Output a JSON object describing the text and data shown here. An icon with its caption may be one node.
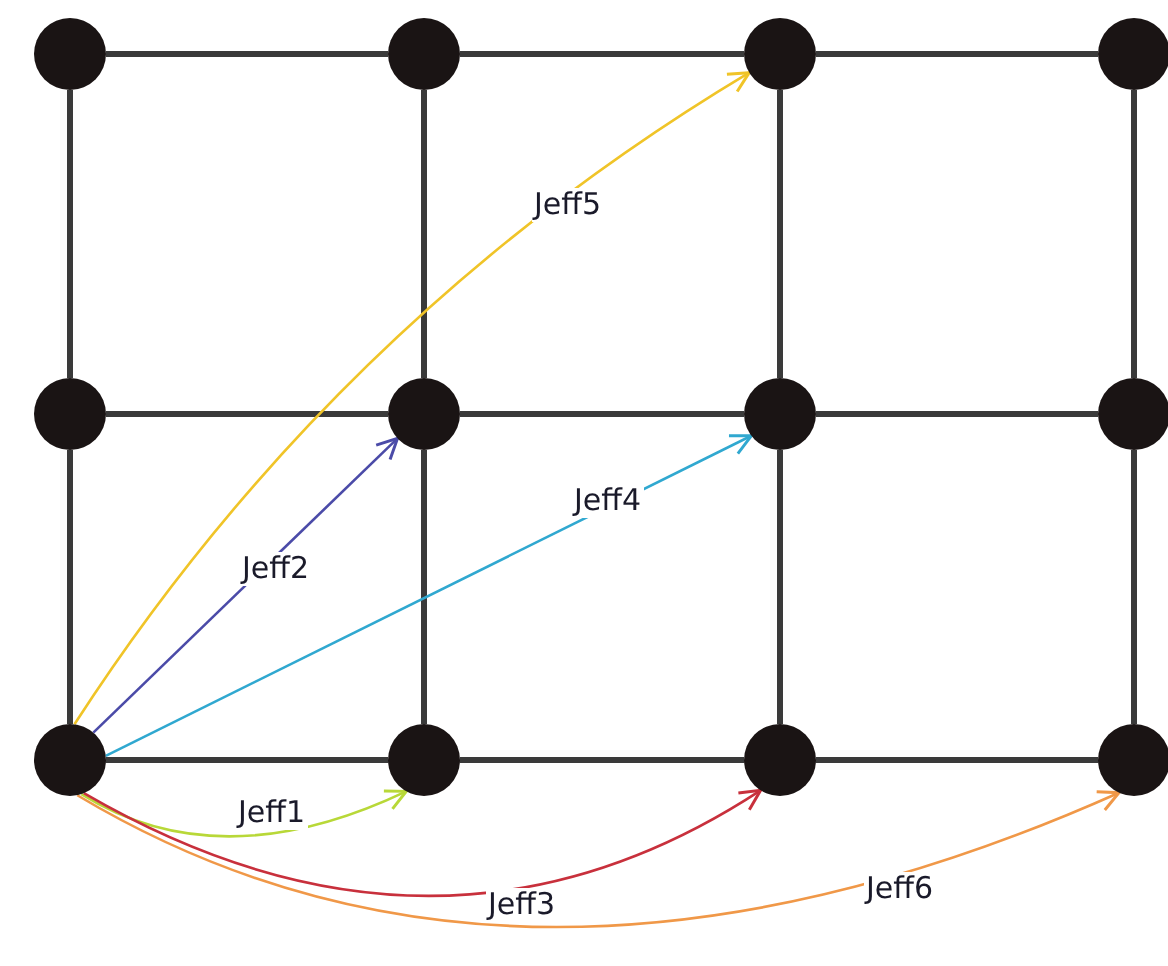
{
  "diagram": {
    "nodes": [
      {
        "text": [],
        "shape": "circle"
      },
      {
        "text": [],
        "shape": "circle"
      },
      {
        "text": [],
        "shape": "circle"
      },
      {
        "text": [],
        "shape": "circle"
      },
      {
        "text": [],
        "shape": "circle"
      },
      {
        "text": [],
        "shape": "circle"
      },
      {
        "text": [],
        "shape": "circle"
      },
      {
        "text": [],
        "shape": "circle"
      },
      {
        "text": [],
        "shape": "circle"
      },
      {
        "text": [],
        "shape": "circle"
      },
      {
        "text": [],
        "shape": "circle"
      },
      {
        "text": [],
        "shape": "circle"
      }
    ],
    "edges": [
      {
        "from": 0,
        "to": 1,
        "arrow": "none"
      },
      {
        "from": 1,
        "to": 2,
        "arrow": "none"
      },
      {
        "from": 2,
        "to": 3,
        "arrow": "none"
      },
      {
        "from": 4,
        "to": 5,
        "arrow": "none"
      },
      {
        "from": 5,
        "to": 6,
        "arrow": "none"
      },
      {
        "from": 6,
        "to": 7,
        "arrow": "none"
      },
      {
        "from": 8,
        "to": 9,
        "arrow": "none"
      },
      {
        "from": 9,
        "to": 10,
        "arrow": "none"
      },
      {
        "from": 10,
        "to": 11,
        "arrow": "none"
      },
      {
        "from": 0,
        "to": 4,
        "arrow": "none"
      },
      {
        "from": 1,
        "to": 5,
        "arrow": "none"
      },
      {
        "from": 2,
        "to": 6,
        "arrow": "none"
      },
      {
        "from": 3,
        "to": 7,
        "arrow": "none"
      },
      {
        "from": 4,
        "to": 8,
        "arrow": "none"
      },
      {
        "from": 5,
        "to": 9,
        "arrow": "none"
      },
      {
        "from": 6,
        "to": 10,
        "arrow": "none"
      },
      {
        "from": 7,
        "to": 11,
        "arrow": "none"
      },
      {
        "from": 8,
        "to": 9,
        "arrow": "to",
        "label": "Jeff1",
        "color": "#b8d838"
      },
      {
        "from": 8,
        "to": 5,
        "arrow": "to",
        "label": "Jeff2",
        "color": "#4b4ba8"
      },
      {
        "from": 8,
        "to": 10,
        "arrow": "to",
        "label": "Jeff3",
        "color": "#c8303c"
      },
      {
        "from": 8,
        "to": 6,
        "arrow": "to",
        "label": "Jeff4",
        "color": "#30a8d0"
      },
      {
        "from": 8,
        "to": 2,
        "arrow": "to",
        "label": "Jeff5",
        "color": "#f0c428"
      },
      {
        "from": 8,
        "to": 11,
        "arrow": "to",
        "label": "Jeff6",
        "color": "#f09848"
      }
    ]
  }
}
